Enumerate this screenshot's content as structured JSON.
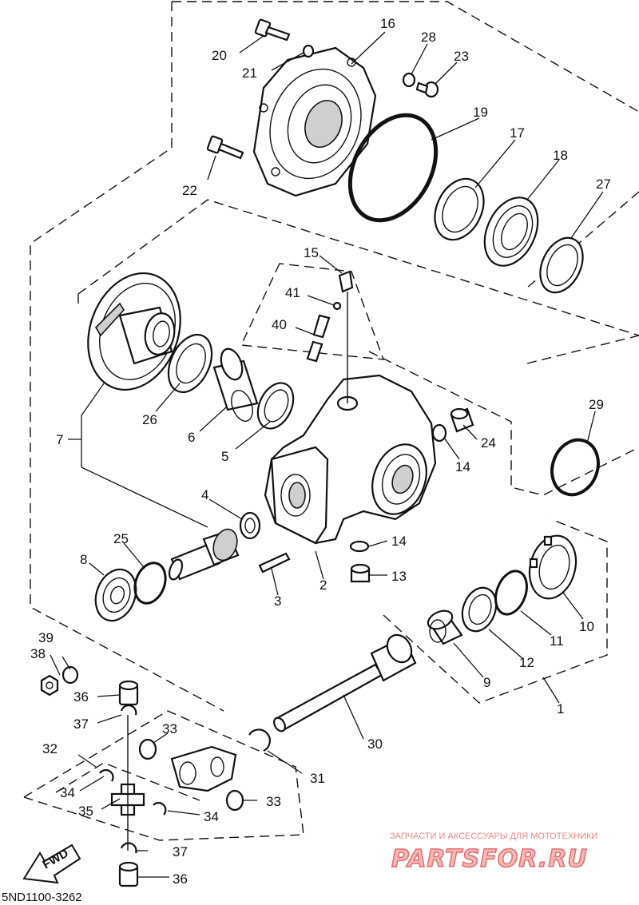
{
  "diagram": {
    "code": "5ND1100-3262",
    "fwd_label": "FWD",
    "watermark": {
      "caption": "ЗАПЧАСТИ И АКСЕССУАРЫ ДЛЯ МОТОТЕХНИКИ",
      "brand": "PARTSFOR.RU"
    },
    "callouts": {
      "c1": "1",
      "c2": "2",
      "c3": "3",
      "c4": "4",
      "c5": "5",
      "c6": "6",
      "c7": "7",
      "c8": "8",
      "c9": "9",
      "c10": "10",
      "c11": "11",
      "c12": "12",
      "c13": "13",
      "c14a": "14",
      "c14b": "14",
      "c15": "15",
      "c16": "16",
      "c17": "17",
      "c18": "18",
      "c19": "19",
      "c20": "20",
      "c21": "21",
      "c22": "22",
      "c23": "23",
      "c24": "24",
      "c25": "25",
      "c26": "26",
      "c27": "27",
      "c28": "28",
      "c29": "29",
      "c30": "30",
      "c31": "31",
      "c32": "32",
      "c33a": "33",
      "c33b": "33",
      "c34a": "34",
      "c34b": "34",
      "c35": "35",
      "c36a": "36",
      "c36b": "36",
      "c37a": "37",
      "c37b": "37",
      "c38": "38",
      "c39": "39",
      "c40": "40",
      "c41": "41"
    }
  }
}
